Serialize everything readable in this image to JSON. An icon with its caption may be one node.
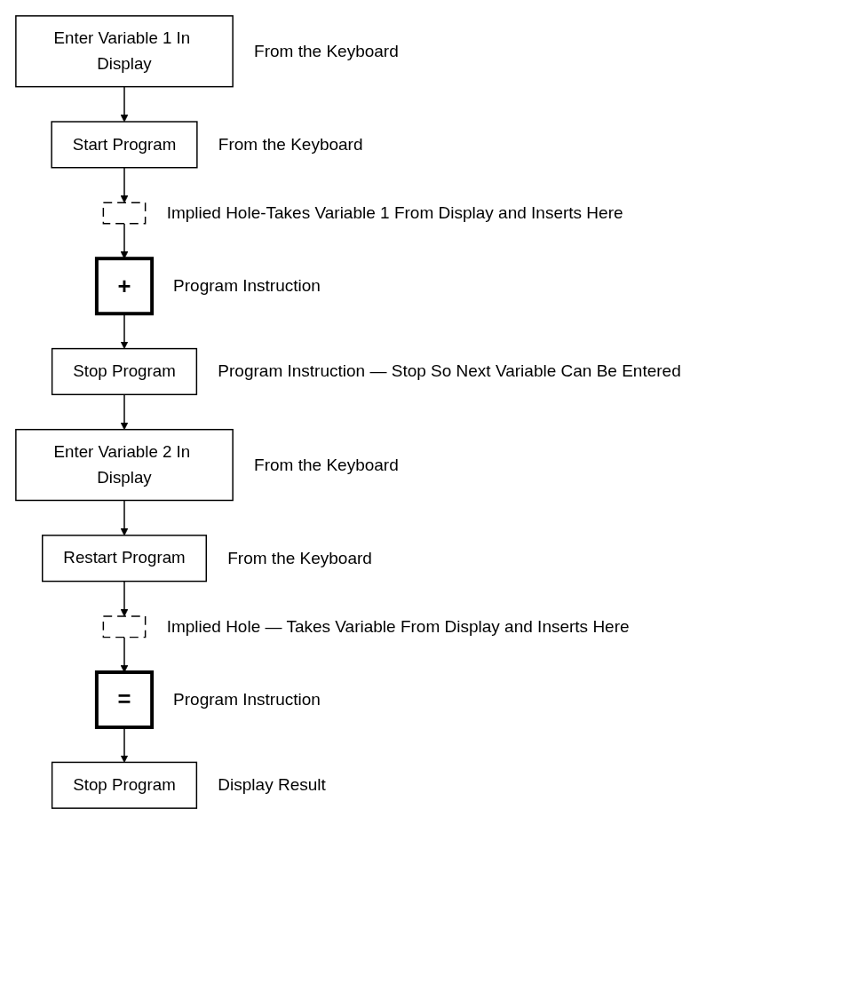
{
  "diagram": {
    "nodes": [
      {
        "text": [
          "Enter Variable 1 In Display"
        ],
        "beside": [
          "From the Keyboard"
        ]
      },
      {
        "text": [
          "Start Program"
        ],
        "beside": [
          "From the Keyboard"
        ]
      },
      {
        "text": [],
        "shape": "box",
        "beside": [
          "Implied Hole-Takes Variable 1 From Display and Inserts Here"
        ]
      },
      {
        "text": [
          "+"
        ],
        "beside": [
          "Program Instruction"
        ]
      },
      {
        "text": [
          "Stop Program"
        ],
        "beside": [
          "Program Instruction — Stop So Next Variable Can Be Entered"
        ]
      },
      {
        "text": [
          "Enter Variable 2 In Display"
        ],
        "beside": [
          "From the Keyboard"
        ]
      },
      {
        "text": [
          "Restart Program"
        ],
        "beside": [
          "From the Keyboard"
        ]
      },
      {
        "text": [],
        "shape": "box",
        "beside": [
          "Implied Hole — Takes Variable From Display and Inserts Here"
        ]
      },
      {
        "text": [
          "="
        ],
        "beside": [
          "Program Instruction"
        ]
      },
      {
        "text": [
          "Stop Program"
        ],
        "beside": [
          "Display Result"
        ]
      }
    ],
    "edges": [
      {
        "from": 0,
        "to": 1,
        "arrow": "to"
      },
      {
        "from": 1,
        "to": 2,
        "arrow": "to"
      },
      {
        "from": 2,
        "to": 3,
        "arrow": "to"
      },
      {
        "from": 3,
        "to": 4,
        "arrow": "to"
      },
      {
        "from": 4,
        "to": 5,
        "arrow": "to"
      },
      {
        "from": 5,
        "to": 6,
        "arrow": "to"
      },
      {
        "from": 6,
        "to": 7,
        "arrow": "to"
      },
      {
        "from": 7,
        "to": 8,
        "arrow": "to"
      },
      {
        "from": 8,
        "to": 9,
        "arrow": "to"
      }
    ]
  }
}
